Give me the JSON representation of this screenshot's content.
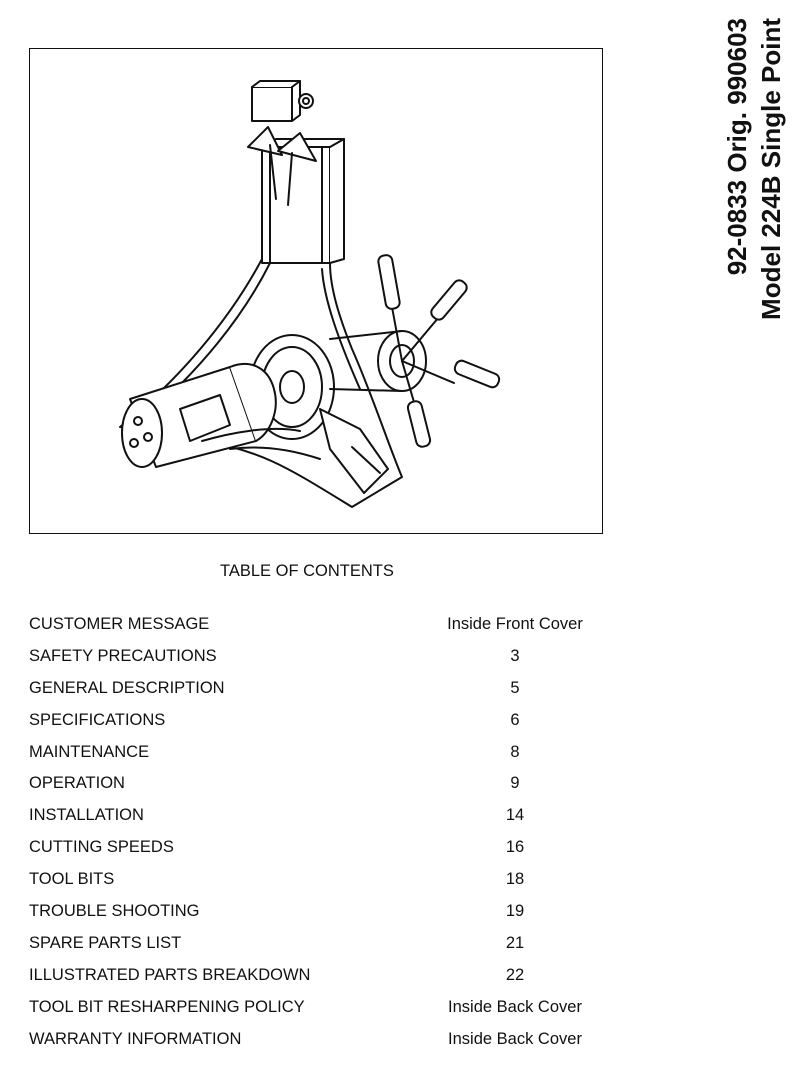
{
  "document": {
    "side_title": {
      "line1": "92-0833 Orig.  990603",
      "line2": "Model 224B Single Point"
    },
    "toc": {
      "heading": "TABLE OF CONTENTS",
      "entries": [
        {
          "title": "CUSTOMER MESSAGE",
          "page": "Inside Front Cover"
        },
        {
          "title": "SAFETY PRECAUTIONS",
          "page": "3"
        },
        {
          "title": "GENERAL DESCRIPTION",
          "page": "5"
        },
        {
          "title": "SPECIFICATIONS",
          "page": "6"
        },
        {
          "title": "MAINTENANCE",
          "page": "8"
        },
        {
          "title": "OPERATION",
          "page": "9"
        },
        {
          "title": "INSTALLATION",
          "page": "14"
        },
        {
          "title": "CUTTING SPEEDS",
          "page": "16"
        },
        {
          "title": "TOOL BITS",
          "page": "18"
        },
        {
          "title": "TROUBLE  SHOOTING",
          "page": "19"
        },
        {
          "title": "SPARE PARTS LIST",
          "page": "21"
        },
        {
          "title": "ILLUSTRATED PARTS BREAKDOWN",
          "page": "22"
        },
        {
          "title": "TOOL BIT RESHARPENING POLICY",
          "page": "Inside Back Cover"
        },
        {
          "title": "WARRANTY INFORMATION",
          "page": "Inside Back Cover"
        }
      ]
    }
  },
  "colors": {
    "ink": "#111111",
    "paper": "#ffffff"
  },
  "icons": {
    "illustration": "machine-tool-illustration"
  }
}
